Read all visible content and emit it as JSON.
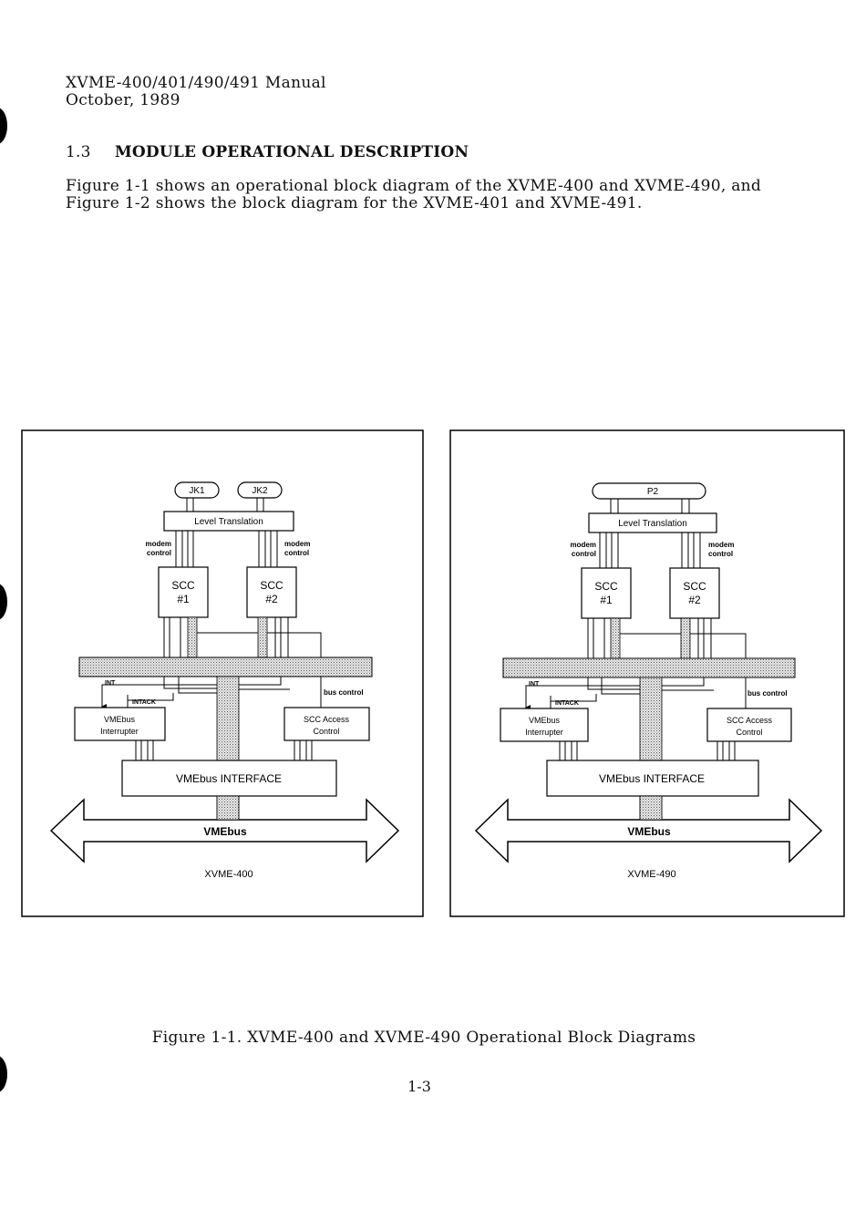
{
  "header": {
    "manual_title": "XVME-400/401/490/491 Manual",
    "date": "October, 1989"
  },
  "section": {
    "number": "1.3",
    "title": "MODULE OPERATIONAL DESCRIPTION"
  },
  "intro": {
    "line1": "Figure 1-1 shows an operational block diagram of the XVME-400 and XVME-490, and",
    "line2": "Figure 1-2 shows the block diagram for the XVME-401 and XVME-491."
  },
  "diagrams": [
    {
      "connectors": [
        "JK1",
        "JK2"
      ],
      "level_translation": "Level Translation",
      "modem_control_l1": "modem",
      "modem_control_l2": "control",
      "scc1_l1": "SCC",
      "scc1_l2": "#1",
      "scc2_l1": "SCC",
      "scc2_l2": "#2",
      "int_label": "INT",
      "intack_label": "INTACK",
      "bus_control": "bus control",
      "interrupter_l1": "VMEbus",
      "interrupter_l2": "Interrupter",
      "access_l1": "SCC Access",
      "access_l2": "Control",
      "interface": "VMEbus INTERFACE",
      "bus": "VMEbus",
      "model": "XVME-400"
    },
    {
      "connectors": [
        "P2"
      ],
      "level_translation": "Level Translation",
      "modem_control_l1": "modem",
      "modem_control_l2": "control",
      "scc1_l1": "SCC",
      "scc1_l2": "#1",
      "scc2_l1": "SCC",
      "scc2_l2": "#2",
      "int_label": "INT",
      "intack_label": "INTACK",
      "bus_control": "bus control",
      "interrupter_l1": "VMEbus",
      "interrupter_l2": "Interrupter",
      "access_l1": "SCC Access",
      "access_l2": "Control",
      "interface": "VMEbus INTERFACE",
      "bus": "VMEbus",
      "model": "XVME-490"
    }
  ],
  "figure_caption": "Figure 1-1.  XVME-400 and XVME-490 Operational Block Diagrams",
  "page_number": "1-3"
}
